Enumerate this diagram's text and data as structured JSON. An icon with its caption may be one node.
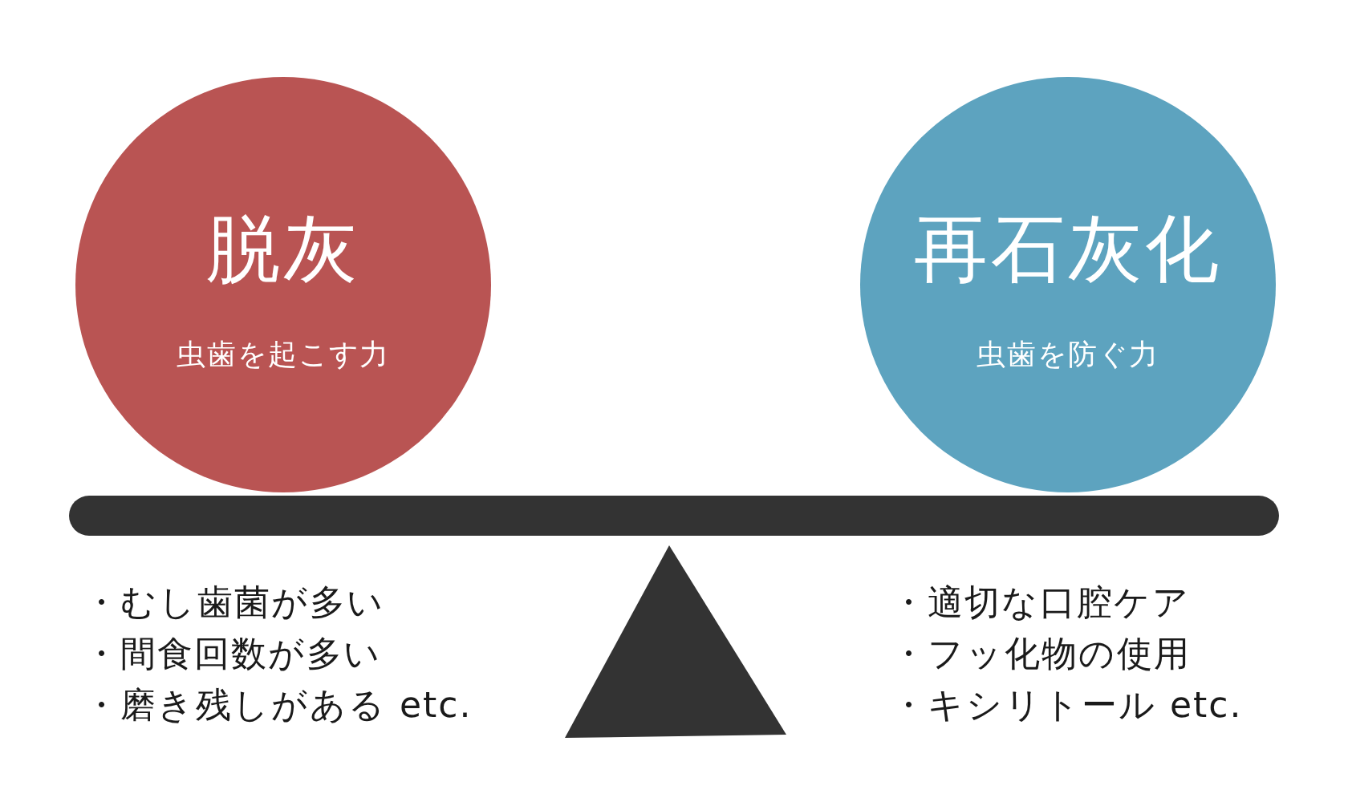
{
  "diagram": {
    "nodes": [
      {
        "text": [
          "脱灰",
          "虫歯を起こす力"
        ]
      },
      {
        "text": [
          "再石灰化",
          "虫歯を防ぐ力"
        ]
      },
      {
        "text": [],
        "shape": "bar"
      },
      {
        "text": [],
        "shape": "triangle"
      }
    ],
    "labels": [
      "・むし歯菌が多い",
      "・間食回数が多い",
      "・磨き残しがある etc.",
      "・適切な口腔ケア",
      "・フッ化物の使用",
      "・キシリトール etc."
    ]
  }
}
